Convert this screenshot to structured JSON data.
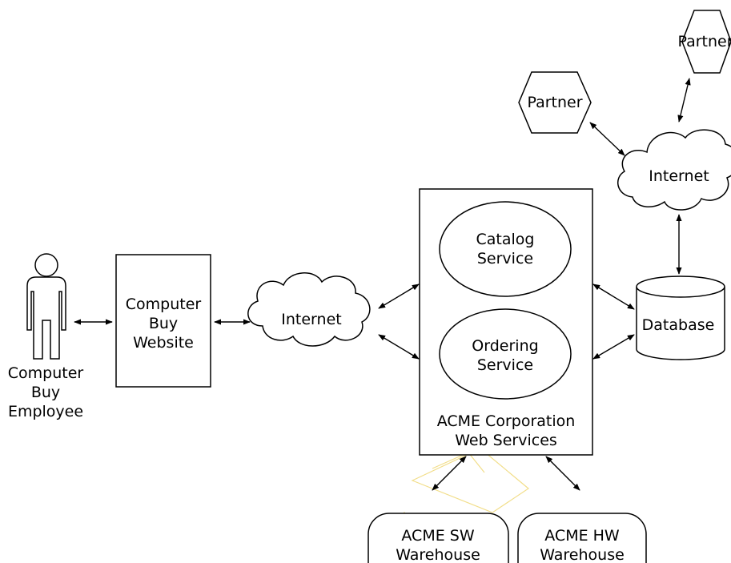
{
  "employee": {
    "label_line1": "Computer",
    "label_line2": "Buy",
    "label_line3": "Employee",
    "icon": "person-icon"
  },
  "website": {
    "line1": "Computer",
    "line2": "Buy",
    "line3": "Website"
  },
  "internet_left": {
    "label": "Internet",
    "icon": "cloud-icon"
  },
  "acme": {
    "catalog_line1": "Catalog",
    "catalog_line2": "Service",
    "ordering_line1": "Ordering",
    "ordering_line2": "Service",
    "title_line1": "ACME Corporation",
    "title_line2": "Web Services"
  },
  "database": {
    "label": "Database",
    "icon": "database-cylinder-icon"
  },
  "internet_right": {
    "label": "Internet",
    "icon": "cloud-icon"
  },
  "partners": [
    {
      "label": "Partner",
      "icon": "hexagon-icon"
    },
    {
      "label": "Partner",
      "icon": "hexagon-icon"
    }
  ],
  "warehouses": [
    {
      "line1": "ACME SW",
      "line2": "Warehouse"
    },
    {
      "line1": "ACME HW",
      "line2": "Warehouse"
    }
  ],
  "colors": {
    "stroke": "#000000",
    "background": "#ffffff",
    "watermark": "#f2de8a"
  }
}
